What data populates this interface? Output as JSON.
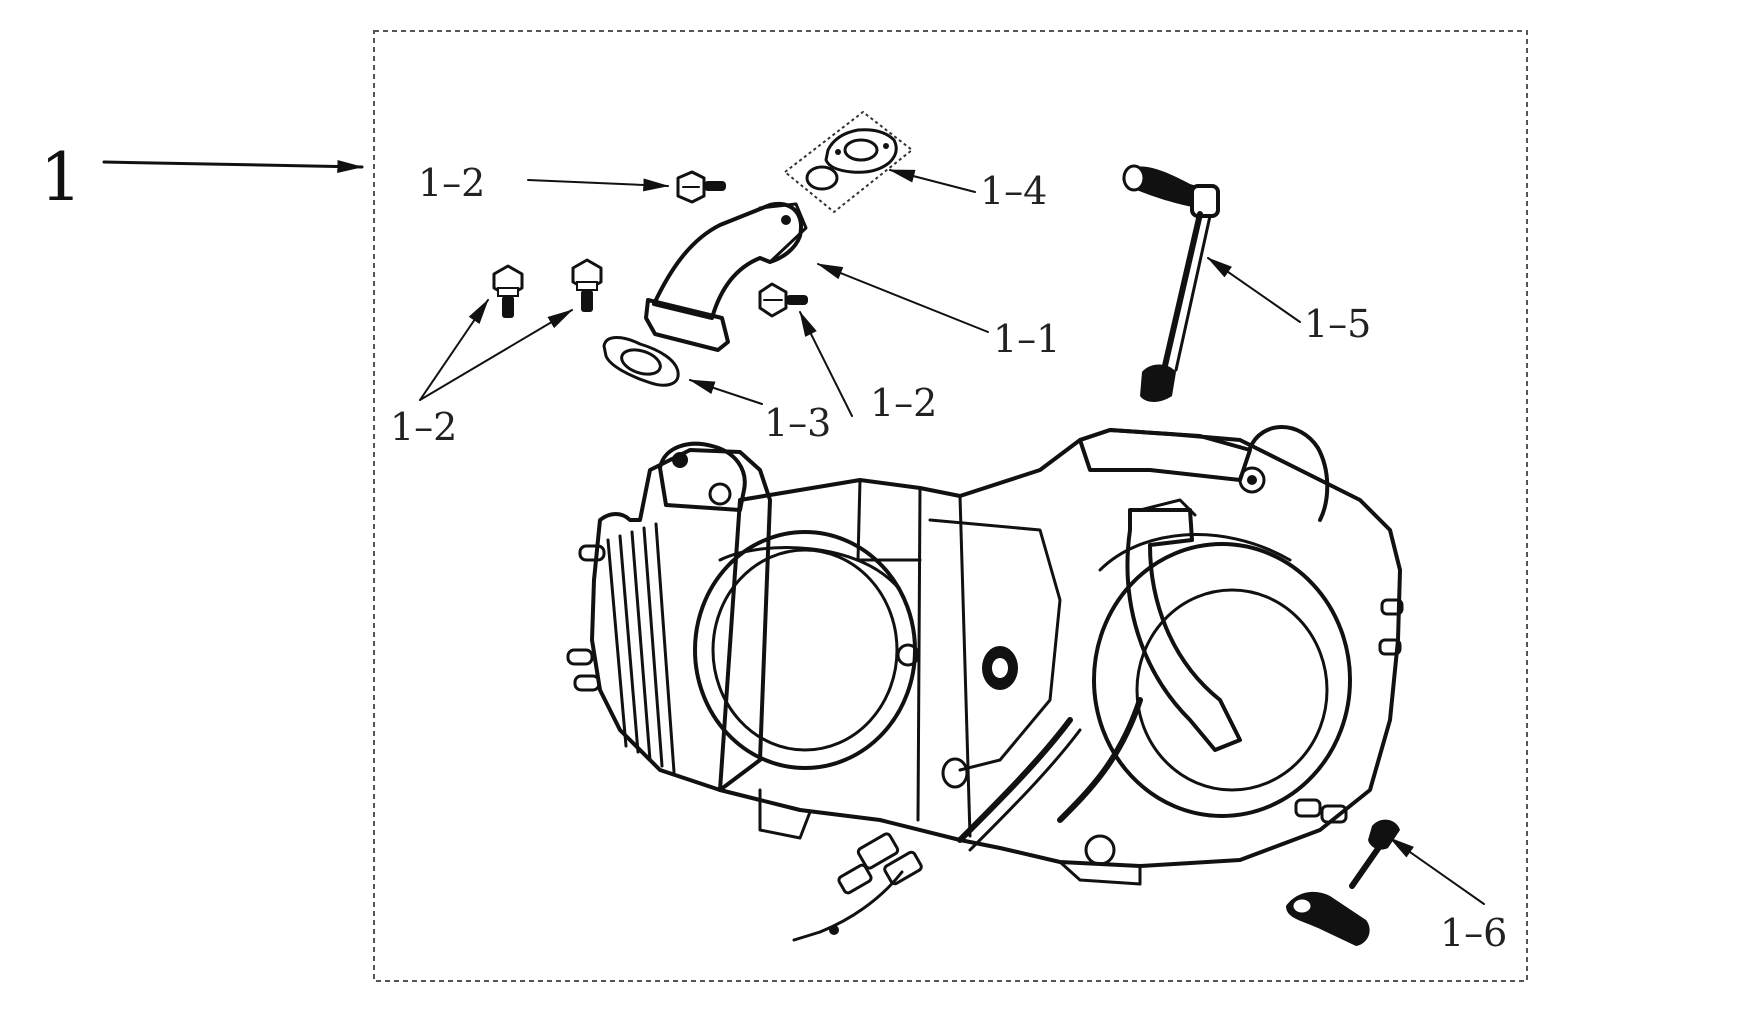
{
  "assembly": {
    "label": "1"
  },
  "callouts": [
    {
      "id": "c-1-2-top",
      "text": "1–2"
    },
    {
      "id": "c-1-4",
      "text": "1–4"
    },
    {
      "id": "c-1-1",
      "text": "1–1"
    },
    {
      "id": "c-1-5",
      "text": "1–5"
    },
    {
      "id": "c-1-2-left",
      "text": "1–2"
    },
    {
      "id": "c-1-3",
      "text": "1–3"
    },
    {
      "id": "c-1-2-mid",
      "text": "1–2"
    },
    {
      "id": "c-1-6",
      "text": "1–6"
    }
  ],
  "colors": {
    "line": "#111111",
    "background": "#ffffff",
    "boundary": "#555555"
  }
}
